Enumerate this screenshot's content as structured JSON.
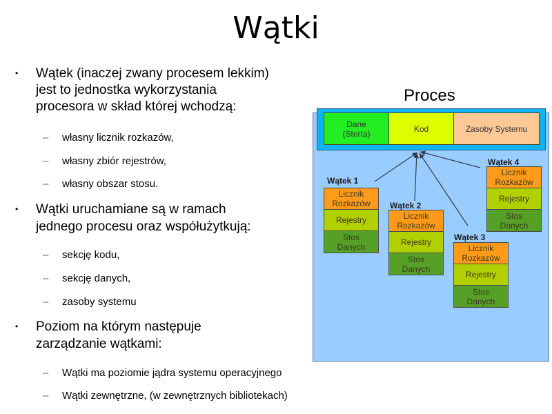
{
  "title": "Wątki",
  "bullets": [
    {
      "lines": [
        "Wątek (inaczej zwany procesem lekkim)",
        "jest to jednostka wykorzystania",
        "procesora w skład której wchodzą:"
      ],
      "subs": [
        "własny licznik rozkazów,",
        "własny zbiór rejestrów,",
        "własny obszar stosu."
      ]
    },
    {
      "lines": [
        "Wątki uruchamiane są w ramach",
        " jednego procesu oraz współużytkują:"
      ],
      "subs": [
        "sekcję kodu,",
        "sekcję danych,",
        "zasoby systemu"
      ]
    },
    {
      "lines": [
        "Poziom na którym następuje",
        " zarządzanie wątkami:"
      ],
      "subs": [
        "Wątki ma poziomie jądra systemu  operacyjnego",
        "Wątki zewnętrzne, (w zewnętrznych bibliotekach)"
      ]
    }
  ],
  "icons": {
    "bullet": "•",
    "dash": "–"
  },
  "diagram": {
    "title": "Proces",
    "process_cells": [
      {
        "label": "Dane\n(Sterta)",
        "color": "#22ee22"
      },
      {
        "label": "Kod",
        "color": "#ddff00"
      },
      {
        "label": "Zasoby Systemu",
        "color": "#fcc896"
      }
    ],
    "thread_cells": [
      {
        "label": "Licznik Rozkazów",
        "color": "#ff9a1a"
      },
      {
        "label": "Rejestry",
        "color": "#b0d000"
      },
      {
        "label": "Stos Danych",
        "color": "#56a028"
      }
    ],
    "threads": [
      {
        "name": "Wątek 1"
      },
      {
        "name": "Wątek 2"
      },
      {
        "name": "Wątek 3"
      },
      {
        "name": "Wątek 4"
      }
    ],
    "colors": {
      "outer": "#99ccff",
      "frame": "#0fb4f5",
      "arrow": "#333c4a"
    }
  }
}
